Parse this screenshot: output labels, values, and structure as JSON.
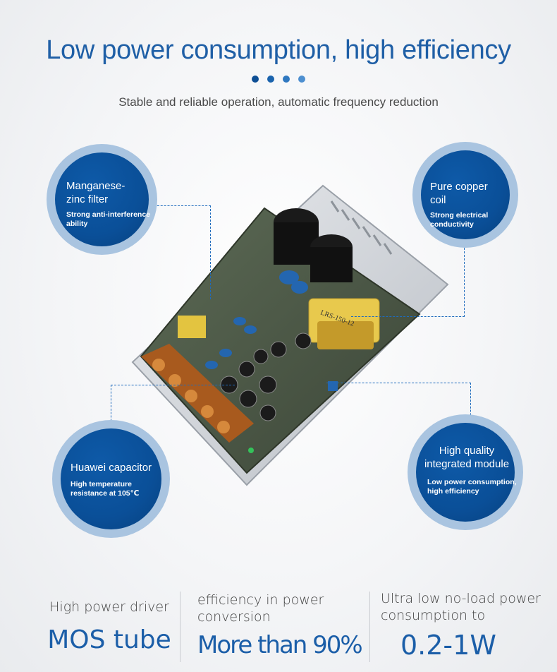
{
  "header": {
    "title": "Low power consumption, high efficiency",
    "subtitle": "Stable and reliable operation, automatic frequency reduction",
    "dot_colors": [
      "#0d4f95",
      "#1a63ad",
      "#2f78c0",
      "#4d8fd0"
    ]
  },
  "features": [
    {
      "title": "Manganese-zinc filter",
      "desc": "Strong anti-interference ability"
    },
    {
      "title": "Pure copper coil",
      "desc": "Strong electrical conductivity"
    },
    {
      "title": "Huawei capacitor",
      "desc": "High temperature resistance at 105℃"
    },
    {
      "title": "High quality integrated module",
      "desc": "Low power consumption, high efficiency"
    }
  ],
  "product_image": {
    "label": "LRS-150-12"
  },
  "specs": [
    {
      "top": "High power driver",
      "big": "MOS tube"
    },
    {
      "top": "efficiency in power conversion",
      "big": "More than 90%"
    },
    {
      "top": "Ultra low no-load power consumption to",
      "big": "0.2-1W"
    }
  ],
  "colors": {
    "accent": "#1f5fa6",
    "circle": "#0a4f98",
    "ring": "#a9c4e0"
  }
}
